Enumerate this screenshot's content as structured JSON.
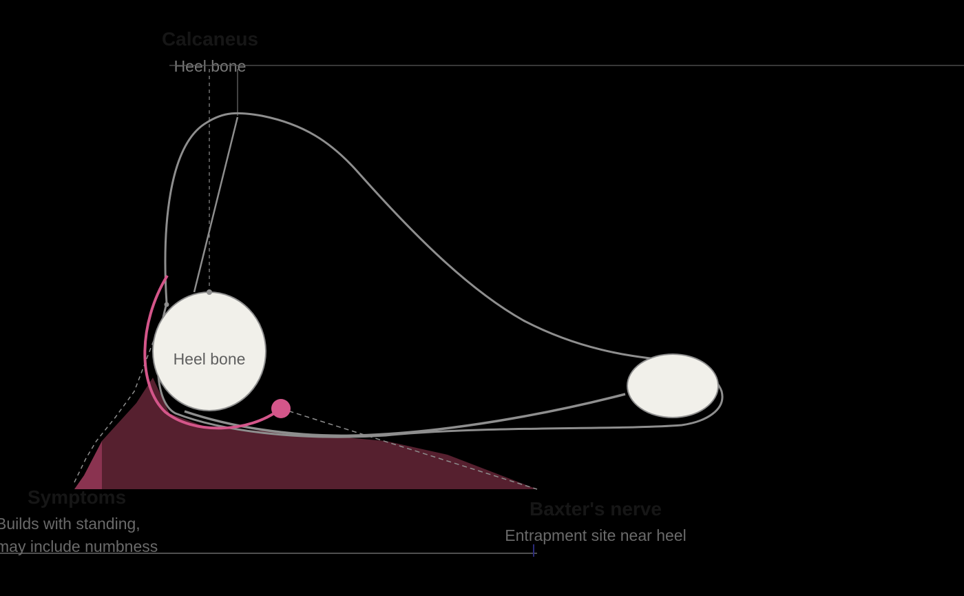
{
  "colors": {
    "background": "#000000",
    "outline": "#8e8e8e",
    "bone_fill": "#f1f0ea",
    "nerve": "#d4568a",
    "nerve_node": "#d4568a",
    "symptom_area": "#56202f",
    "symptom_area_light": "#8a3350",
    "title_text": "#161616",
    "subtitle_text": "#7a7a7a",
    "underline": "#6b6b6b"
  },
  "labels": {
    "calcaneus": {
      "title": "Calcaneus",
      "subtitle": "Heel bone"
    },
    "symptoms": {
      "title": "Symptoms",
      "line1": "Builds with standing,",
      "line2": "may include numbness"
    },
    "baxters_nerve": {
      "title": "Baxter's nerve",
      "subtitle": "Entrapment site near heel"
    },
    "heel_bone_circle": "Heel bone"
  },
  "icons": {
    "heel_bone_circle": "bone-circle-icon",
    "forefoot_oval": "forefoot-oval-icon",
    "nerve_endpoint": "nerve-node-icon"
  }
}
